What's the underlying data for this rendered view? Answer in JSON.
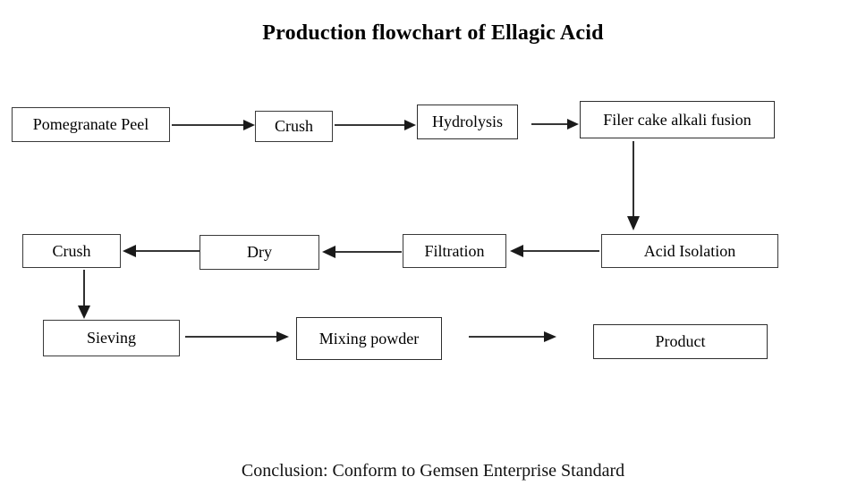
{
  "document": {
    "title": "Production flowchart of Ellagic Acid",
    "conclusion": "Conclusion: Conform to Gemsen Enterprise Standard",
    "background_color": "#ffffff",
    "line_color": "#1a1a1a",
    "box_border_color": "#3a3a3a",
    "text_color": "#000000"
  },
  "chart_data": {
    "type": "diagram",
    "diagram_type": "process-flowchart",
    "title": "Production flowchart of Ellagic Acid",
    "orientation": "serpentine-left-to-right-then-right-to-left",
    "nodes": [
      {
        "id": "pomegranate-peel",
        "label": "Pomegranate Peel",
        "row": 1,
        "order": 1
      },
      {
        "id": "crush-1",
        "label": "Crush",
        "row": 1,
        "order": 2
      },
      {
        "id": "hydrolysis",
        "label": "Hydrolysis",
        "row": 1,
        "order": 3
      },
      {
        "id": "filer-cake-alkali-fusion",
        "label": "Filer cake alkali fusion",
        "row": 1,
        "order": 4
      },
      {
        "id": "acid-isolation",
        "label": "Acid Isolation",
        "row": 2,
        "order": 1
      },
      {
        "id": "filtration",
        "label": "Filtration",
        "row": 2,
        "order": 2
      },
      {
        "id": "dry",
        "label": "Dry",
        "row": 2,
        "order": 3
      },
      {
        "id": "crush-2",
        "label": "Crush",
        "row": 2,
        "order": 4
      },
      {
        "id": "sieving",
        "label": "Sieving",
        "row": 3,
        "order": 1
      },
      {
        "id": "mixing-powder",
        "label": "Mixing powder",
        "row": 3,
        "order": 2
      },
      {
        "id": "product",
        "label": "Product",
        "row": 3,
        "order": 3
      }
    ],
    "edges": [
      {
        "from": "pomegranate-peel",
        "to": "crush-1",
        "direction": "right"
      },
      {
        "from": "crush-1",
        "to": "hydrolysis",
        "direction": "right"
      },
      {
        "from": "hydrolysis",
        "to": "filer-cake-alkali-fusion",
        "direction": "right"
      },
      {
        "from": "filer-cake-alkali-fusion",
        "to": "acid-isolation",
        "direction": "down"
      },
      {
        "from": "acid-isolation",
        "to": "filtration",
        "direction": "left"
      },
      {
        "from": "filtration",
        "to": "dry",
        "direction": "left"
      },
      {
        "from": "dry",
        "to": "crush-2",
        "direction": "left"
      },
      {
        "from": "crush-2",
        "to": "sieving",
        "direction": "down"
      },
      {
        "from": "sieving",
        "to": "mixing-powder",
        "direction": "right"
      },
      {
        "from": "mixing-powder",
        "to": "product",
        "direction": "right"
      }
    ]
  },
  "nodes": {
    "pomegranate_peel": "Pomegranate Peel",
    "crush_1": "Crush",
    "hydrolysis": "Hydrolysis",
    "filer_cake_alkali_fusion": "Filer cake alkali fusion",
    "acid_isolation": "Acid Isolation",
    "filtration": "Filtration",
    "dry": "Dry",
    "crush_2": "Crush",
    "sieving": "Sieving",
    "mixing_powder": "Mixing powder",
    "product": "Product"
  }
}
